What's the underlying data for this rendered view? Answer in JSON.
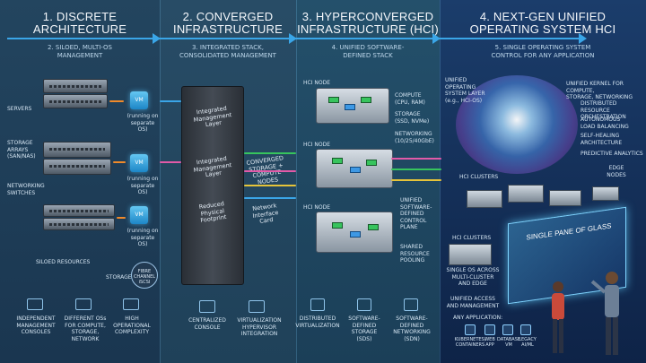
{
  "columns": [
    {
      "title_1": "1. DISCRETE",
      "title_2": "ARCHITECTURE",
      "subtitle_1": "2. SILOED, MULTI-OS",
      "subtitle_2": "MANAGEMENT"
    },
    {
      "title_1": "2. CONVERGED",
      "title_2": "INFRASTRUCTURE",
      "subtitle_1": "3. INTEGRATED STACK,",
      "subtitle_2": "CONSOLIDATED MANAGEMENT"
    },
    {
      "title_1": "3. HYPERCONVERGED",
      "title_2": "INFRASTRUCTURE (HCI)",
      "subtitle_1": "4. UNIFIED SOFTWARE-",
      "subtitle_2": "DEFINED STACK"
    },
    {
      "title_1": "4. NEXT-GEN UNIFIED",
      "title_2": "OPERATING SYSTEM HCI",
      "subtitle_1": "5. SINGLE OPERATING SYSTEM",
      "subtitle_2": "CONTROL FOR ANY APPLICATION"
    }
  ],
  "col1": {
    "servers": "SERVERS",
    "storage_1": "STORAGE",
    "storage_2": "ARRAYS",
    "storage_3": "(SAN/NAS)",
    "net_1": "NETWORKING",
    "net_2": "SWITCHES",
    "vm": "VM",
    "vm_note_1": "(running on",
    "vm_note_2": "separate OS)",
    "siloed": "SILOED RESOURCES",
    "fibre_1": "FIBRE",
    "fibre_2": "CHANNEL",
    "fibre_3": "iSCSI",
    "storage_link": "STORAGE",
    "bottom": [
      {
        "l1": "INDEPENDENT",
        "l2": "MANAGEMENT",
        "l3": "CONSOLES"
      },
      {
        "l1": "DIFFERENT OSs",
        "l2": "FOR COMPUTE,",
        "l3": "STORAGE, NETWORK"
      },
      {
        "l1": "HIGH",
        "l2": "OPERATIONAL",
        "l3": "COMPLEXITY"
      }
    ]
  },
  "col2": {
    "rack_1": "Integrated",
    "rack_2": "Management",
    "rack_3": "Layer",
    "rack_4": "Integrated",
    "rack_5": "Management",
    "rack_6": "Layer",
    "rack_7": "Reduced",
    "rack_8": "Physical",
    "rack_9": "Footprint",
    "conv_1": "CONVERGED",
    "conv_2": "STORAGE +",
    "conv_3": "COMPUTE",
    "conv_4": "NODES",
    "nic_1": "Network",
    "nic_2": "Interface",
    "nic_3": "Card",
    "bottom": [
      {
        "l1": "CENTRALIZED",
        "l2": "CONSOLE"
      },
      {
        "l1": "VIRTUALIZATION",
        "l2": "HYPERVISOR",
        "l3": "INTEGRATION"
      }
    ]
  },
  "col3": {
    "hci_node": "HCI NODE",
    "compute_1": "COMPUTE",
    "compute_2": "(CPU, RAM)",
    "storage_1": "STORAGE",
    "storage_2": "(SSD, NVMe)",
    "networking_1": "NETWORKING",
    "networking_2": "(10/25/40GbE)",
    "usdcp_1": "UNIFIED",
    "usdcp_2": "SOFTWARE-",
    "usdcp_3": "DEFINED",
    "usdcp_4": "CONTROL",
    "usdcp_5": "PLANE",
    "pool_1": "SHARED",
    "pool_2": "RESOURCE",
    "pool_3": "POOLING",
    "bottom": [
      {
        "l1": "DISTRIBUTED",
        "l2": "VIRTUALIZATION"
      },
      {
        "l1": "SOFTWARE-",
        "l2": "DEFINED",
        "l3": "STORAGE",
        "l4": "(SDS)"
      },
      {
        "l1": "SOFTWARE-",
        "l2": "DEFINED",
        "l3": "NETWORKING",
        "l4": "(SDN)"
      }
    ]
  },
  "col4": {
    "uos_1": "UNIFIED",
    "uos_2": "OPERATING",
    "uos_3": "SYSTEM LAYER",
    "uos_4": "(e.g., HCI-OS)",
    "features": [
      {
        "l1": "UNIFIED KERNEL FOR COMPUTE,",
        "l2": "STORAGE, NETWORKING"
      },
      {
        "l1": "DISTRIBUTED RESOURCE",
        "l2": "ORCHESTRATION"
      },
      {
        "l1": "AUTONOMOUS",
        "l2": "LOAD BALANCING"
      },
      {
        "l1": "SELF-HEALING",
        "l2": "ARCHITECTURE"
      },
      {
        "l1": "PREDICTIVE ANALYTICS",
        "l2": ""
      }
    ],
    "hci_clusters": "HCI CLUSTERS",
    "edge_1": "EDGE",
    "edge_2": "NODES",
    "glass": "SINGLE PANE OF GLASS",
    "single_os_1": "SINGLE OS ACROSS",
    "single_os_2": "MULTI-CLUSTER",
    "single_os_3": "AND EDGE",
    "unified_1": "UNIFIED ACCESS",
    "unified_2": "AND MANAGEMENT",
    "any_app": "ANY APPLICATION:",
    "apps": [
      {
        "l1": "KUBERNETES/",
        "l2": "CONTAINERS"
      },
      {
        "l1": "WEB",
        "l2": "APP"
      },
      {
        "l1": "DATABASE",
        "l2": "VM"
      },
      {
        "l1": "LEGACY",
        "l2": "AI/ML"
      }
    ]
  },
  "colors": {
    "accent": "#3aa6e8",
    "green": "#37c45d",
    "pink": "#e25aa8",
    "yellow": "#e6c43a"
  }
}
